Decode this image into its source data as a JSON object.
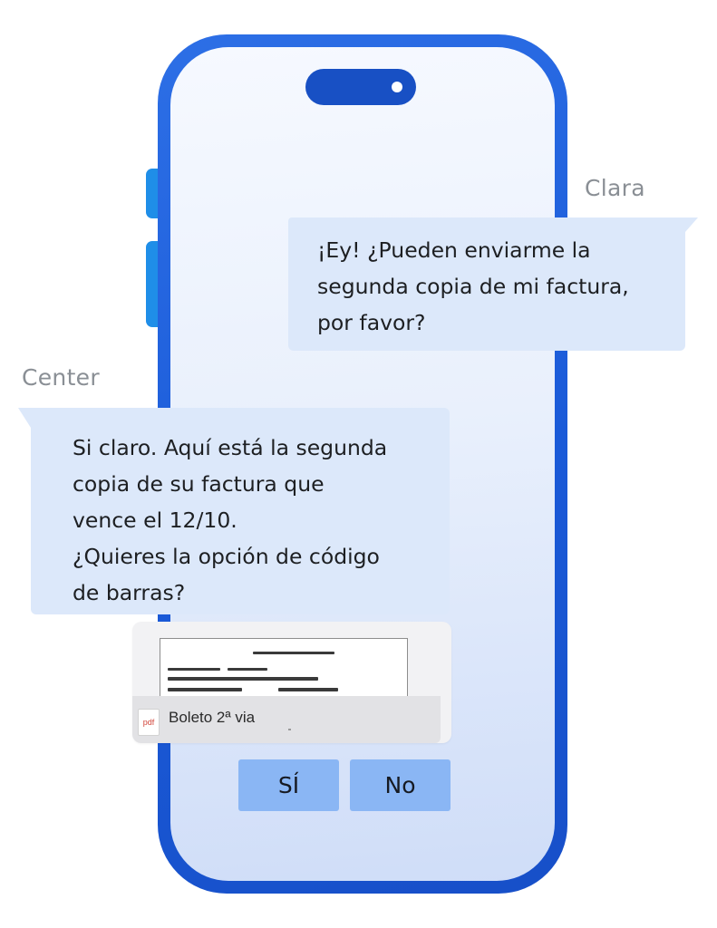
{
  "chat": {
    "contact_name": "Clara",
    "agent_name": "Center",
    "messages": [
      {
        "sender": "Clara",
        "lines": [
          "¡Ey! ¿Pueden enviarme la",
          "segunda copia de mi factura,",
          "por favor?"
        ]
      },
      {
        "sender": "Center",
        "lines": [
          "Si claro. Aquí está la segunda",
          "copia de su factura que",
          "vence el 12/10.",
          "¿Quieres la opción de código",
          "de barras?"
        ]
      }
    ],
    "attachment": {
      "file_type": "pdf",
      "file_name": "Boleto 2ª via"
    },
    "buttons": {
      "yes": "SÍ",
      "no": "No"
    }
  },
  "colors": {
    "phone_frame": "#1a5ad8",
    "side_buttons": "#1f8ee8",
    "bubble": "#dce8fa",
    "choice_button": "#8ab6f4",
    "sender_label": "#8a8f95"
  },
  "icons": {
    "file": "pdf-file-icon"
  }
}
